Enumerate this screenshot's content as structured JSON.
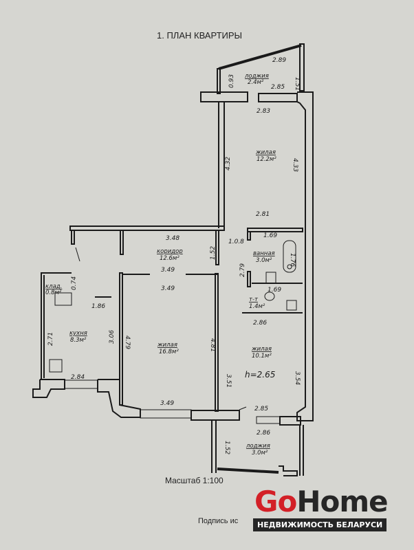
{
  "title": "1. ПЛАН КВАРТИРЫ",
  "scale": "Масштаб 1:100",
  "signature_label": "Подпись ис",
  "logo": {
    "main_a": "Go",
    "main_b": "Home",
    "tagline": "НЕДВИЖИМОСТЬ БЕЛАРУСИ"
  },
  "colors": {
    "logo_red": "#d32027",
    "logo_dark": "#262626"
  },
  "rooms": {
    "loggia_top": {
      "name": "лоджия",
      "area": "2.4м²"
    },
    "living_12": {
      "name": "жилая",
      "area": "12.2м²"
    },
    "corridor": {
      "name": "коридор",
      "area": "12.6м²"
    },
    "bath": {
      "name": "ванная",
      "area": "3.0м²"
    },
    "closet": {
      "name": "клад.",
      "area": "0.8м²"
    },
    "wc": {
      "name": "т-т",
      "area": "1.4м²"
    },
    "kitchen": {
      "name": "кухня",
      "area": "8.3м²"
    },
    "living_16": {
      "name": "жилая",
      "area": "16.8м²"
    },
    "living_10": {
      "name": "жилая",
      "area": "10.1м²"
    },
    "loggia_bottom": {
      "name": "лоджия",
      "area": "3.0м²"
    }
  },
  "ceiling_height": "h=2.65",
  "dims": [
    "2.89",
    "0.93",
    "1.51",
    "2.85",
    "2.83",
    "4.32",
    "4.33",
    "2.81",
    "3.48",
    "1.52",
    "1.0.8",
    "1.69",
    "1.76",
    "3.49",
    "3.49",
    "0.74",
    "2.79",
    "1.69",
    "1.86",
    "2.86",
    "2.71",
    "3.06",
    "4.79",
    "4.81",
    "3.51",
    "3.54",
    "2.84",
    "3.49",
    "2.85",
    "2.86",
    "1.52"
  ]
}
